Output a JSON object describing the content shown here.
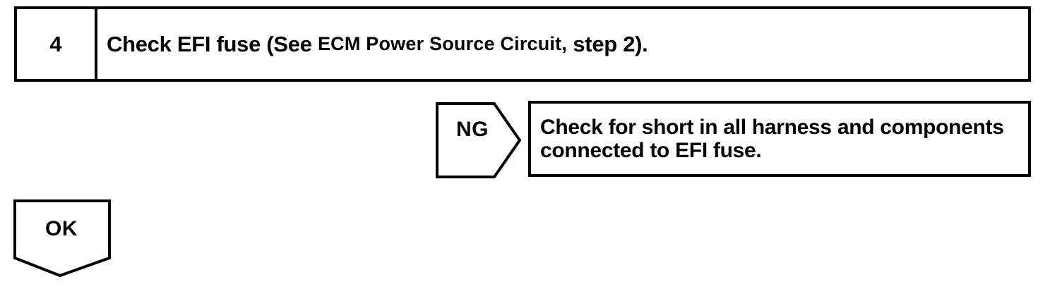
{
  "palette": {
    "paper": "#ffffff",
    "ink": "#000000"
  },
  "flowchart": {
    "step_box": {
      "step_number": "4",
      "instruction_prefix": "Check EFI fuse (See ",
      "instruction_reference": "ECM Power Source Circuit,",
      "instruction_suffix": " step 2)."
    },
    "ng_branch": {
      "connector_label": "NG",
      "action_line1": "Check for short in all harness and components",
      "action_line2": "connected to EFI fuse."
    },
    "ok_branch": {
      "connector_label": "OK"
    }
  }
}
